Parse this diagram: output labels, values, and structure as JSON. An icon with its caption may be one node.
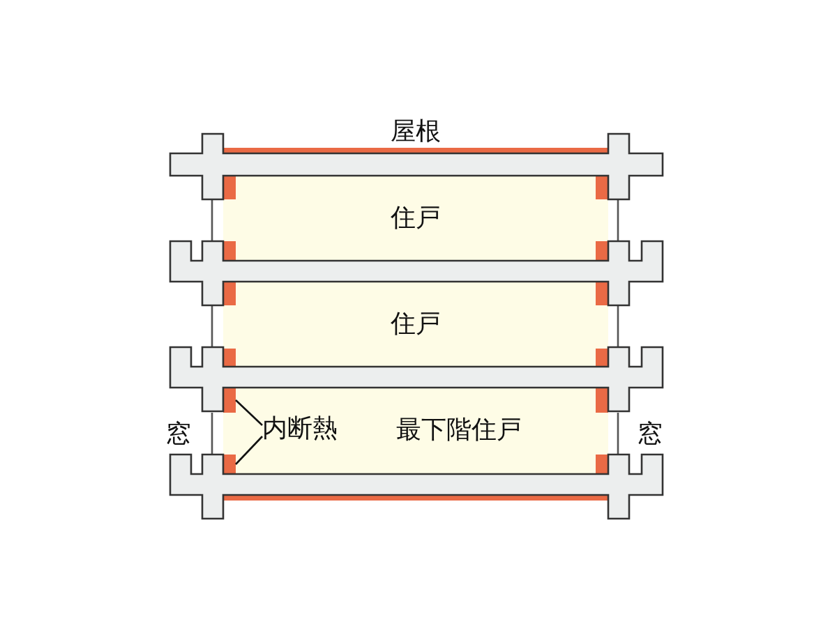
{
  "diagram": {
    "nodes": [
      {
        "text": [
          "住戸"
        ]
      },
      {
        "text": [
          "住戸"
        ]
      },
      {
        "text": [
          "最下階住戸"
        ]
      },
      {
        "text": [
          "内断熱"
        ],
        "in": 2
      },
      {
        "text": [],
        "shape": "bar",
        "in": 2
      },
      {
        "text": [],
        "shape": "bar",
        "in": 2
      }
    ],
    "edges": [
      {
        "from": 3,
        "to": 4,
        "arrow": "none"
      },
      {
        "from": 3,
        "to": 5,
        "arrow": "none"
      }
    ],
    "labels": [
      "屋根",
      "窓",
      "窓"
    ]
  }
}
